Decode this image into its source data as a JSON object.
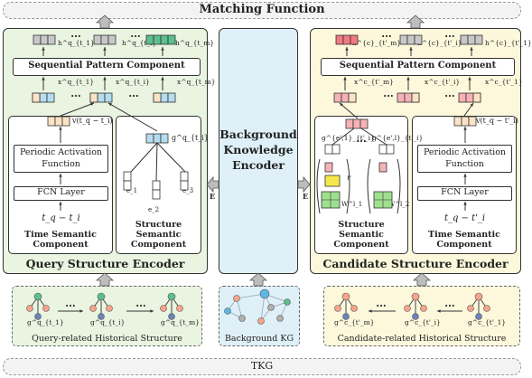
{
  "top": {
    "title": "Matching Function"
  },
  "bottom": {
    "tkg": "TKG"
  },
  "query": {
    "encoder_title": "Query Structure Encoder",
    "spc_label": "Sequential Pattern Component",
    "time_component": "Time Semantic\nComponent",
    "structure_component": "Structure\nSemantic\nComponent",
    "periodic": "Periodic Activation\nFunction",
    "fcn": "FCN Layer",
    "time_diff": "t_q − t_i",
    "v_label": "v(t_q − t_i)",
    "g_label": "g^q_{t_i}",
    "e_labels": [
      "e_1",
      "e_2",
      "e_3"
    ],
    "output_h": [
      "h^q_{t_1}",
      "h^q_{t_i}",
      "h^q_{t_m}"
    ],
    "x_labels": [
      "x^q_{t_1}",
      "x^q_{t_i}",
      "x^q_{t_m}"
    ],
    "ellipsis": "···",
    "history_caption": "Query-related Historical Structure",
    "graph_labels": [
      "g^q_{t_1}",
      "g^q_{t_i}",
      "g^q_{t_m}"
    ]
  },
  "background": {
    "title": "Background\nKnowledge\nEncoder",
    "caption": "Background KG",
    "e_arrow_label": "E"
  },
  "candidate": {
    "encoder_title": "Candidate Structure Encoder",
    "spc_label": "Sequential Pattern Component",
    "time_component": "Time Semantic\nComponent",
    "structure_component": "Structure\nSemantic\nComponent",
    "periodic": "Periodic Activation\nFunction",
    "fcn": "FCN Layer",
    "time_diff": "t_q − t'_i",
    "v_label": "v(t_q − t'_i)",
    "g_labels": [
      "g^{e',1}_{t'_i}",
      "g^{e',l}_{t'_i}"
    ],
    "w_labels": [
      "W^l_1",
      "W^l_2"
    ],
    "r_label": "r",
    "output_h": [
      "h^{c}_{t'_m}",
      "h^{c}_{t'_i}",
      "h^{c}_{t'_1}"
    ],
    "x_labels": [
      "x^c_{t'_m}",
      "x^c_{t'_i}",
      "x^c_{t'_1}"
    ],
    "history_caption": "Candidate-related Historical Structure",
    "graph_labels": [
      "g^c_{t'_m}",
      "g^c_{t'_i}",
      "g^c_{t'_1}"
    ]
  },
  "colors": {
    "query_bg": "#eaf5e1",
    "candidate_bg": "#fdf8dc",
    "background_bg": "#dff0f8",
    "cell_orange": "#fbe3c6",
    "cell_blue": "#b5dcef",
    "cell_gray": "#c8c8c8",
    "cell_green": "#5cbf8e",
    "cell_pink": "#f6b2b6",
    "cell_red": "#f07a82"
  }
}
